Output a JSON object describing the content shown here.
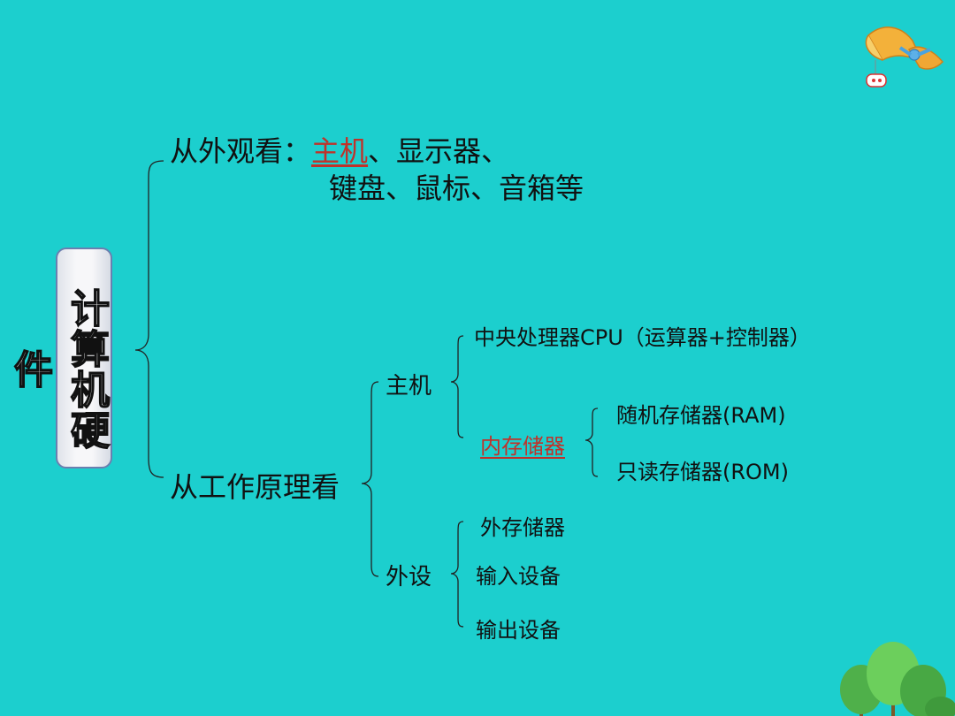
{
  "root": {
    "label": "计算机硬件"
  },
  "branch_appearance": {
    "label": "从外观看：",
    "host": "主机",
    "line1_rest": "、显示器、",
    "line2": "键盘、鼠标、音箱等"
  },
  "branch_principle": {
    "label": "从工作原理看",
    "host": {
      "label": "主机",
      "cpu": "中央处理器CPU（运算器+控制器）",
      "memory": {
        "label": "内存储器",
        "ram": "随机存储器(RAM)",
        "rom": "只读存储器(ROM)"
      }
    },
    "peripherals": {
      "label": "外设",
      "items": [
        "外存储器",
        "输入设备",
        "输出设备"
      ]
    }
  },
  "decorations": {
    "ribbon_icon": "scroll-ribbon-icon",
    "tree_icon": "tree-icon"
  },
  "colors": {
    "background": "#1ccfce",
    "link": "#c0322a"
  }
}
